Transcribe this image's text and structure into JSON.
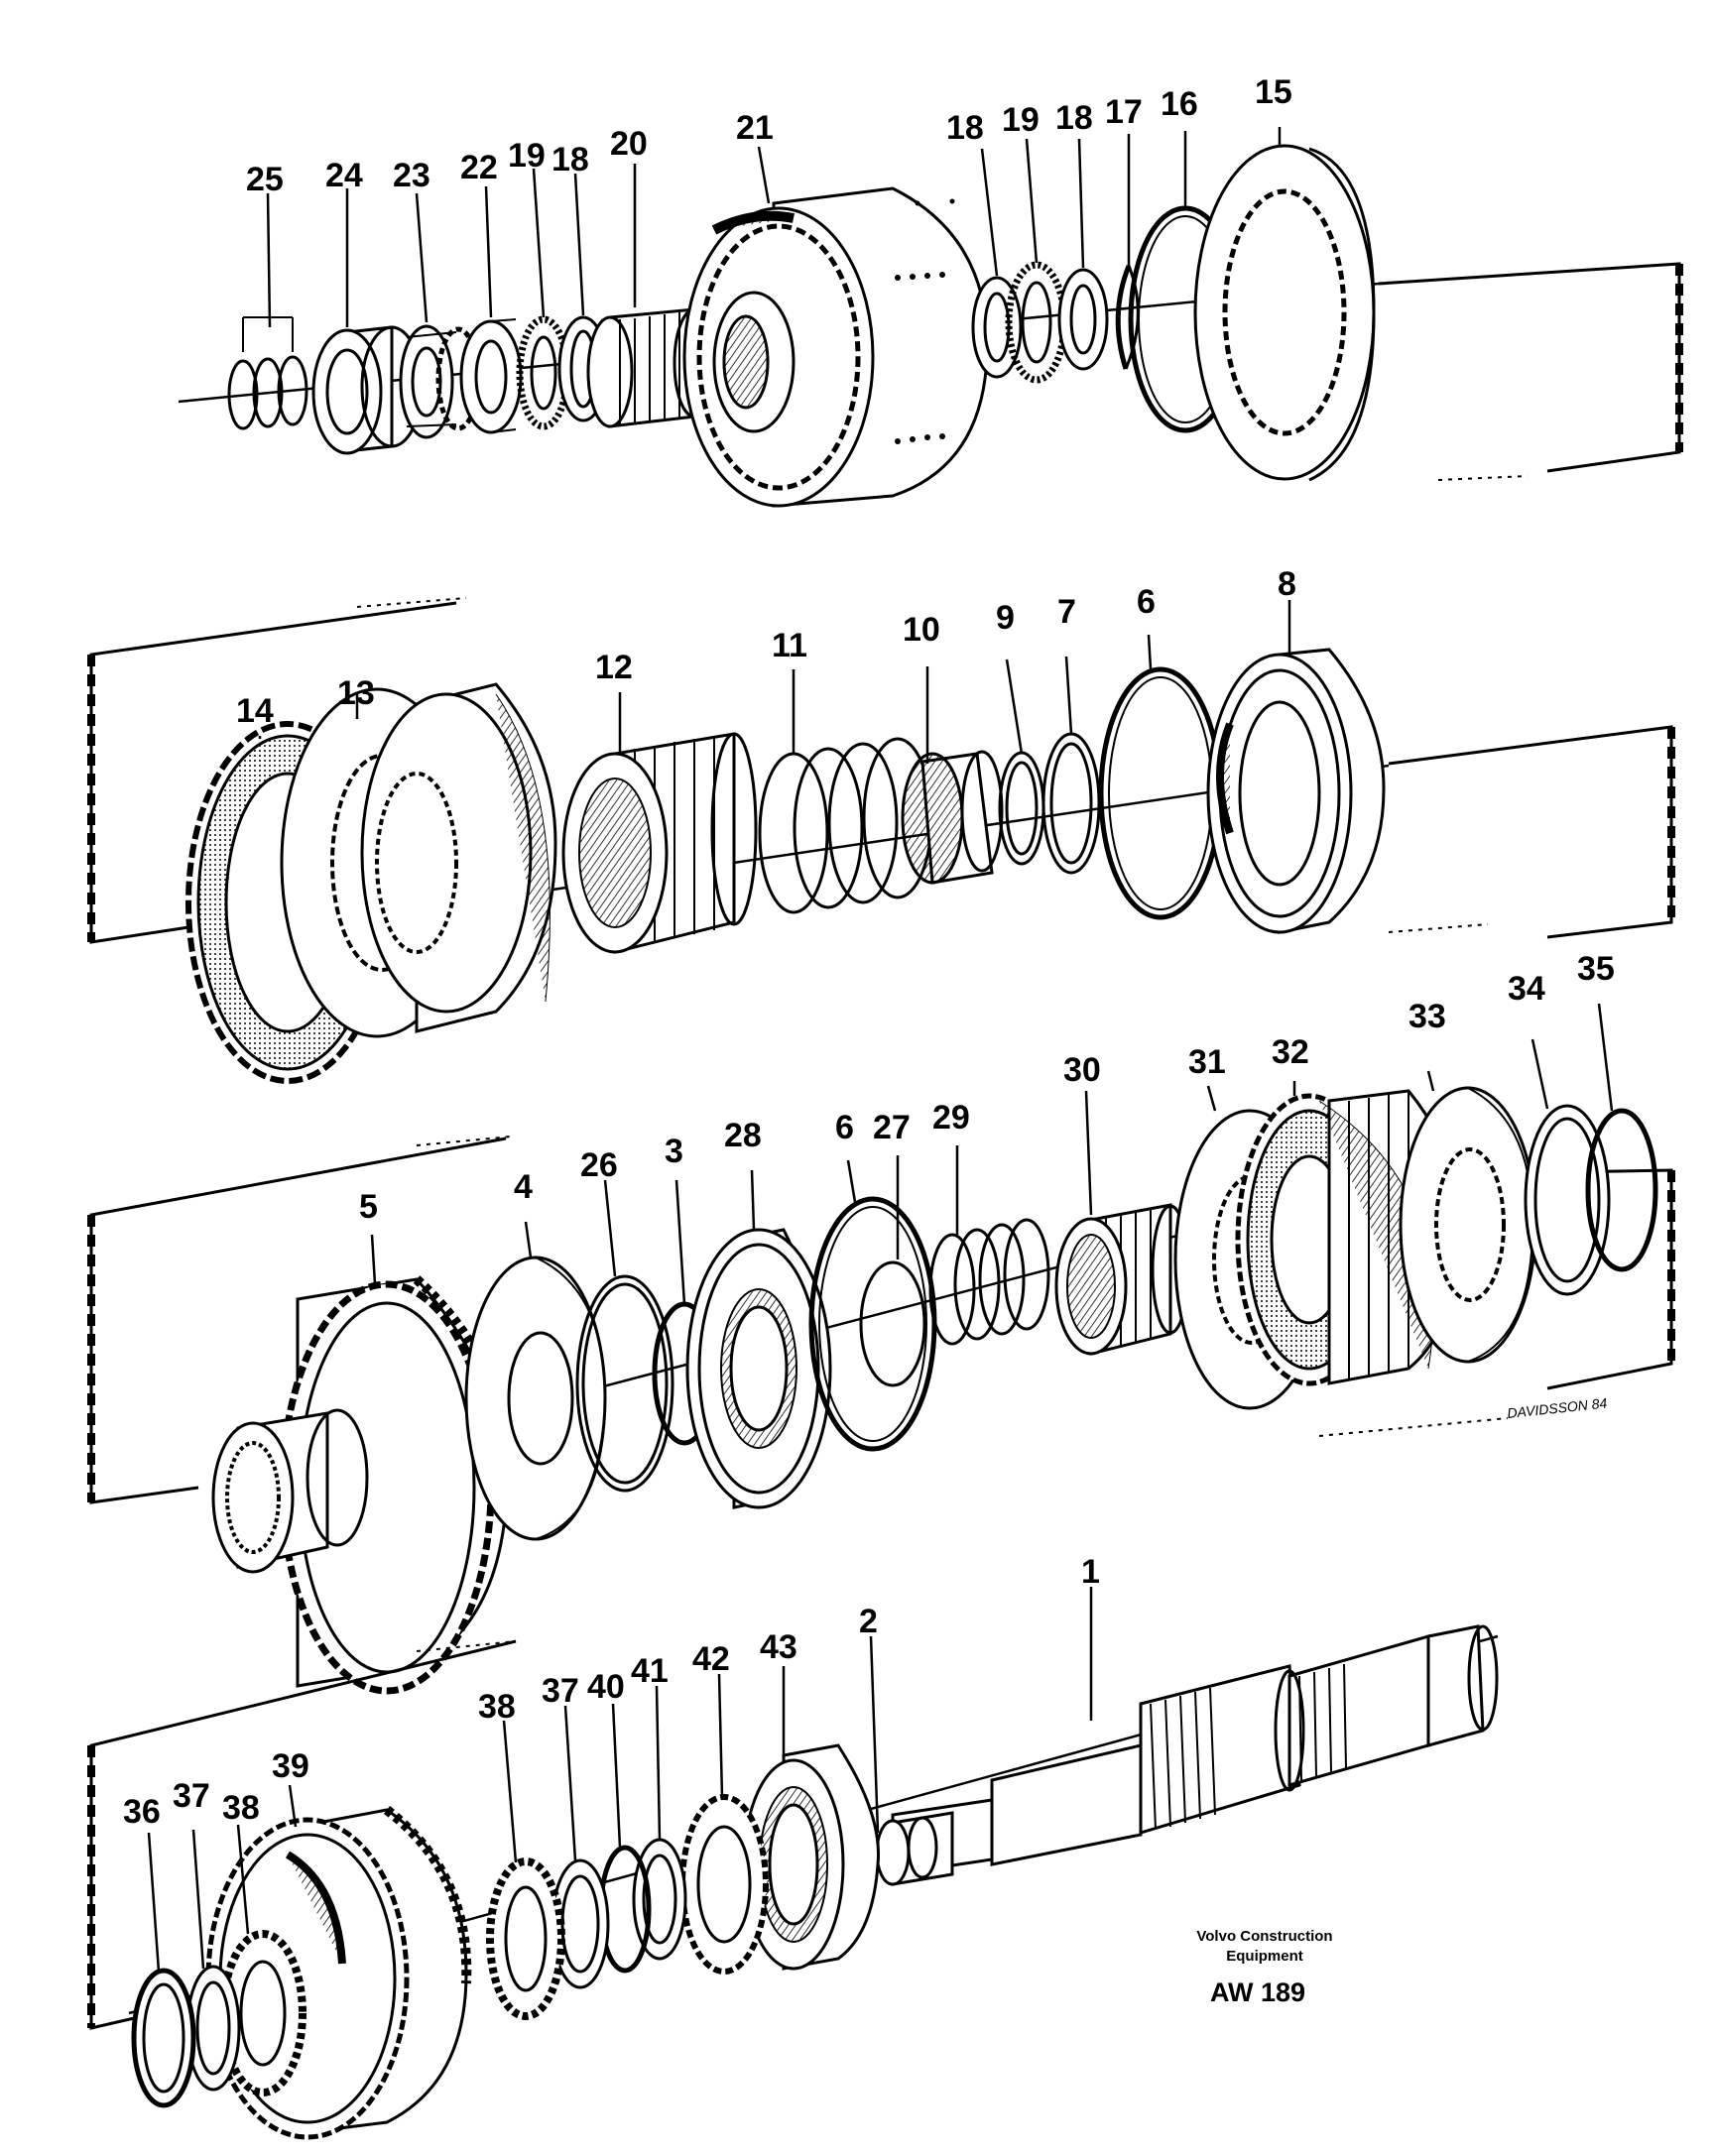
{
  "diagram": {
    "kind": "exploded-parts-drawing",
    "caption": {
      "maker_line1": "Volvo Construction",
      "maker_line2": "Equipment",
      "code": "AW 189"
    },
    "artist_signature": "DAVIDSSON 84",
    "callouts": [
      {
        "id": "c25",
        "label": "25"
      },
      {
        "id": "c24",
        "label": "24"
      },
      {
        "id": "c23",
        "label": "23"
      },
      {
        "id": "c22",
        "label": "22"
      },
      {
        "id": "c19a",
        "label": "19"
      },
      {
        "id": "c18a",
        "label": "18"
      },
      {
        "id": "c20",
        "label": "20"
      },
      {
        "id": "c21",
        "label": "21"
      },
      {
        "id": "c18b",
        "label": "18"
      },
      {
        "id": "c19b",
        "label": "19"
      },
      {
        "id": "c18c",
        "label": "18"
      },
      {
        "id": "c17",
        "label": "17"
      },
      {
        "id": "c16",
        "label": "16"
      },
      {
        "id": "c15",
        "label": "15"
      },
      {
        "id": "c14",
        "label": "14"
      },
      {
        "id": "c13",
        "label": "13"
      },
      {
        "id": "c12",
        "label": "12"
      },
      {
        "id": "c11",
        "label": "11"
      },
      {
        "id": "c10",
        "label": "10"
      },
      {
        "id": "c9",
        "label": "9"
      },
      {
        "id": "c7",
        "label": "7"
      },
      {
        "id": "c6a",
        "label": "6"
      },
      {
        "id": "c8",
        "label": "8"
      },
      {
        "id": "c5",
        "label": "5"
      },
      {
        "id": "c4",
        "label": "4"
      },
      {
        "id": "c26",
        "label": "26"
      },
      {
        "id": "c3",
        "label": "3"
      },
      {
        "id": "c28",
        "label": "28"
      },
      {
        "id": "c6b",
        "label": "6"
      },
      {
        "id": "c27",
        "label": "27"
      },
      {
        "id": "c29",
        "label": "29"
      },
      {
        "id": "c30",
        "label": "30"
      },
      {
        "id": "c31",
        "label": "31"
      },
      {
        "id": "c32",
        "label": "32"
      },
      {
        "id": "c33",
        "label": "33"
      },
      {
        "id": "c34",
        "label": "34"
      },
      {
        "id": "c35",
        "label": "35"
      },
      {
        "id": "c1",
        "label": "1"
      },
      {
        "id": "c2",
        "label": "2"
      },
      {
        "id": "c43",
        "label": "43"
      },
      {
        "id": "c42",
        "label": "42"
      },
      {
        "id": "c41",
        "label": "41"
      },
      {
        "id": "c40",
        "label": "40"
      },
      {
        "id": "c37a",
        "label": "37"
      },
      {
        "id": "c38a",
        "label": "38"
      },
      {
        "id": "c39",
        "label": "39"
      },
      {
        "id": "c38b",
        "label": "38"
      },
      {
        "id": "c37b",
        "label": "37"
      },
      {
        "id": "c36",
        "label": "36"
      }
    ]
  }
}
